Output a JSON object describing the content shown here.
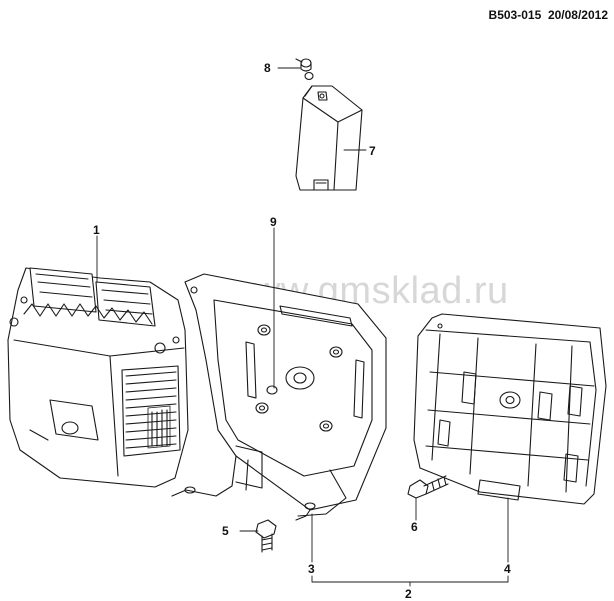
{
  "header": {
    "code": "B503-015",
    "date": "20/08/2012"
  },
  "watermark": "www.gmsklad.ru",
  "callouts": [
    {
      "id": "c1",
      "label": "1"
    },
    {
      "id": "c2",
      "label": "2"
    },
    {
      "id": "c3",
      "label": "3"
    },
    {
      "id": "c4",
      "label": "4"
    },
    {
      "id": "c5",
      "label": "5"
    },
    {
      "id": "c6",
      "label": "6"
    },
    {
      "id": "c7",
      "label": "7"
    },
    {
      "id": "c8",
      "label": "8"
    },
    {
      "id": "c9",
      "label": "9"
    }
  ],
  "colors": {
    "line": "#1a1a1a",
    "watermark": "#d7d7d7",
    "background": "#ffffff"
  }
}
